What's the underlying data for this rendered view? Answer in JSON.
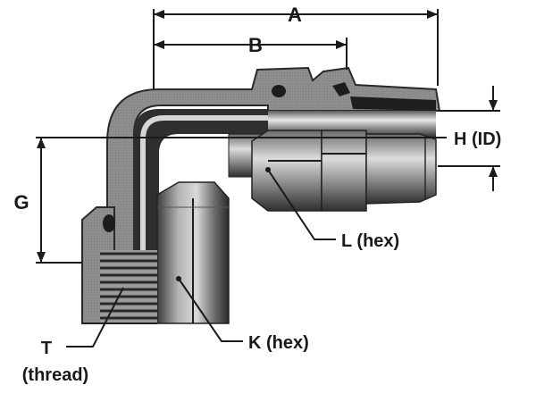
{
  "diagram": {
    "dimensions": {
      "A": "A",
      "B": "B",
      "G": "G",
      "H": "H (ID)"
    },
    "callouts": {
      "L": "L (hex)",
      "K": "K (hex)",
      "T_line1": "T",
      "T_line2": "(thread)"
    }
  },
  "colors": {
    "section": "#8c8c8c",
    "shadow": "#3a3a3a",
    "steel_dark": "#4a4a4a",
    "steel_light": "#c8c8c8",
    "line": "#1a1a1a"
  }
}
